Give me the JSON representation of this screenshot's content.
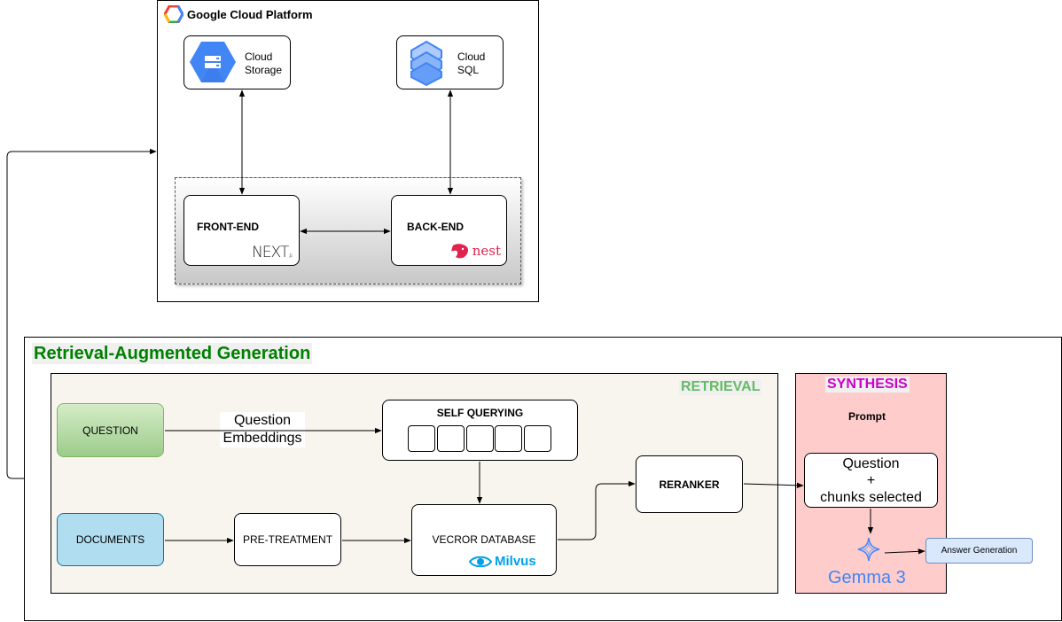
{
  "gcp": {
    "title": "Google Cloud Platform",
    "storage_label_1": "Cloud",
    "storage_label_2": "Storage",
    "sql_label_1": "Cloud",
    "sql_label_2": "SQL",
    "frontend_label": "FRONT-END",
    "frontend_logo": "NEXT",
    "frontend_logo_sub": ".js",
    "backend_label": "BACK-END",
    "backend_logo": "nest"
  },
  "rag": {
    "title": "Retrieval-Augmented Generation",
    "retrieval": {
      "title": "RETRIEVAL",
      "question": "QUESTION",
      "question_embeddings_1": "Question",
      "question_embeddings_2": "Embeddings",
      "self_querying": "SELF QUERYING",
      "documents": "DOCUMENTS",
      "pretreatment": "PRE-TREATMENT",
      "vector_db": "VECROR DATABASE",
      "milvus": "Milvus",
      "reranker": "RERANKER"
    },
    "synthesis": {
      "title": "SYNTHESIS",
      "prompt": "Prompt",
      "prompt_line_1": "Question",
      "prompt_line_2": "+",
      "prompt_line_3": "chunks selected",
      "gemma": "Gemma 3",
      "answer": "Answer Generation"
    }
  },
  "colors": {
    "rag_title": "#008000",
    "retrieval_title": "#66bb66",
    "synthesis_title": "#cc00cc",
    "retrieval_bg": "#f7f5ee",
    "synthesis_bg": "#ffcccc",
    "question_fill": "#a8d8a0",
    "documents_fill": "#b1ddf0",
    "answer_fill": "#dae8fc",
    "nest_red": "#e0234e",
    "milvus_blue": "#00a1ea",
    "gemma_blue": "#4285f4"
  }
}
